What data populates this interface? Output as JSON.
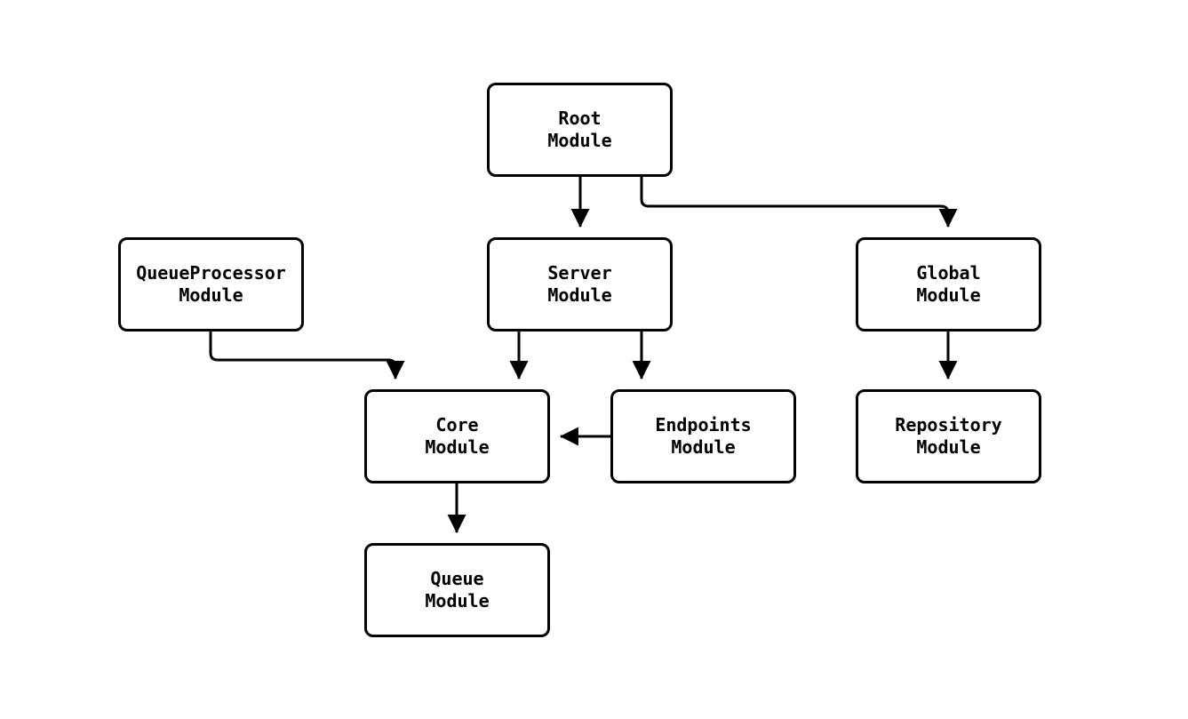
{
  "diagram": {
    "type": "dependency-graph",
    "colors": {
      "background": "#ffffff",
      "node_fill": "#ffffff",
      "node_border": "#000000",
      "edge": "#000000",
      "text": "#000000"
    },
    "nodes": {
      "root": {
        "label": "Root\nModule"
      },
      "queueprocessor": {
        "label": "QueueProcessor\nModule"
      },
      "server": {
        "label": "Server\nModule"
      },
      "global": {
        "label": "Global\nModule"
      },
      "core": {
        "label": "Core\nModule"
      },
      "endpoints": {
        "label": "Endpoints\nModule"
      },
      "repository": {
        "label": "Repository\nModule"
      },
      "queue": {
        "label": "Queue\nModule"
      }
    },
    "edges": [
      {
        "from": "Root Module",
        "to": "Server Module"
      },
      {
        "from": "Root Module",
        "to": "Global Module"
      },
      {
        "from": "QueueProcessor Module",
        "to": "Core Module"
      },
      {
        "from": "Server Module",
        "to": "Core Module"
      },
      {
        "from": "Server Module",
        "to": "Endpoints Module"
      },
      {
        "from": "Endpoints Module",
        "to": "Core Module"
      },
      {
        "from": "Core Module",
        "to": "Queue Module"
      },
      {
        "from": "Global Module",
        "to": "Repository Module"
      }
    ]
  }
}
